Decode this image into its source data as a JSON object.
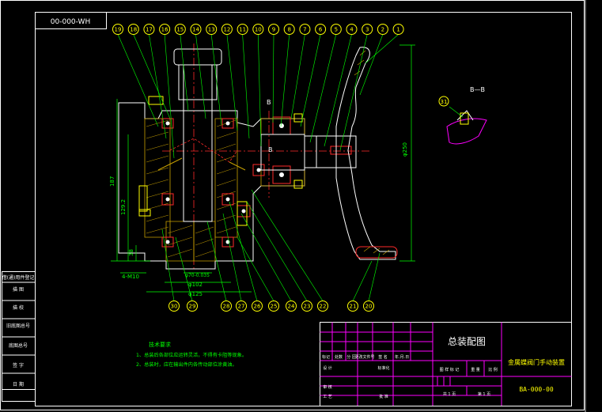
{
  "drawing_code_corner": "00-000-WH",
  "section_label": "B—B",
  "section_callout": "31",
  "balloons_top": [
    "19",
    "18",
    "17",
    "16",
    "15",
    "14",
    "13",
    "12",
    "11",
    "10",
    "9",
    "8",
    "7",
    "6",
    "5",
    "4",
    "3",
    "2",
    "1"
  ],
  "balloons_bottom": [
    "31",
    "30",
    "29",
    "28",
    "27",
    "26",
    "25",
    "24",
    "23",
    "22",
    "21",
    "20"
  ],
  "dims": {
    "d250": "φ250",
    "h187": "187",
    "h1292": "129.2",
    "h38": "38",
    "m10": "4-M10",
    "d70": "φ70-0.035",
    "d102": "φ102",
    "d125": "φ125",
    "b_mark": "B",
    "b_mark2": "B"
  },
  "tech": {
    "title": "技术要求",
    "line1": "1、总装后各部位应运转灵活，不得有卡阻等现象。",
    "line2": "2、总装时，应在输出件内各传动部位涂黄油。"
  },
  "side_block": {
    "r1": "借(通)用件登记",
    "r2": "描  图",
    "r3": "描  校",
    "r4": "旧底图总号",
    "r5": "底图总号",
    "r6": "签  字",
    "r7": "日  期"
  },
  "title_block": {
    "drawing_title": "总装配图",
    "product_name": "金属蝶阀门手动装置",
    "drawing_no": "BA-000-00",
    "h_mark": "标记",
    "h_count": "处数",
    "h_zone": "分 区",
    "h_docno": "更改文件号",
    "h_sign": "签 名",
    "h_date": "年.月.日",
    "r_design": "设 计",
    "r_std": "标准化",
    "r_check": "审 核",
    "r_process": "工 艺",
    "r_approve": "批 准",
    "c_stage": "图 样 标 记",
    "c_weight": "重 量",
    "c_scale": "比 例",
    "c_sheets": "共  1  页",
    "c_sheet": "第  1  页"
  }
}
